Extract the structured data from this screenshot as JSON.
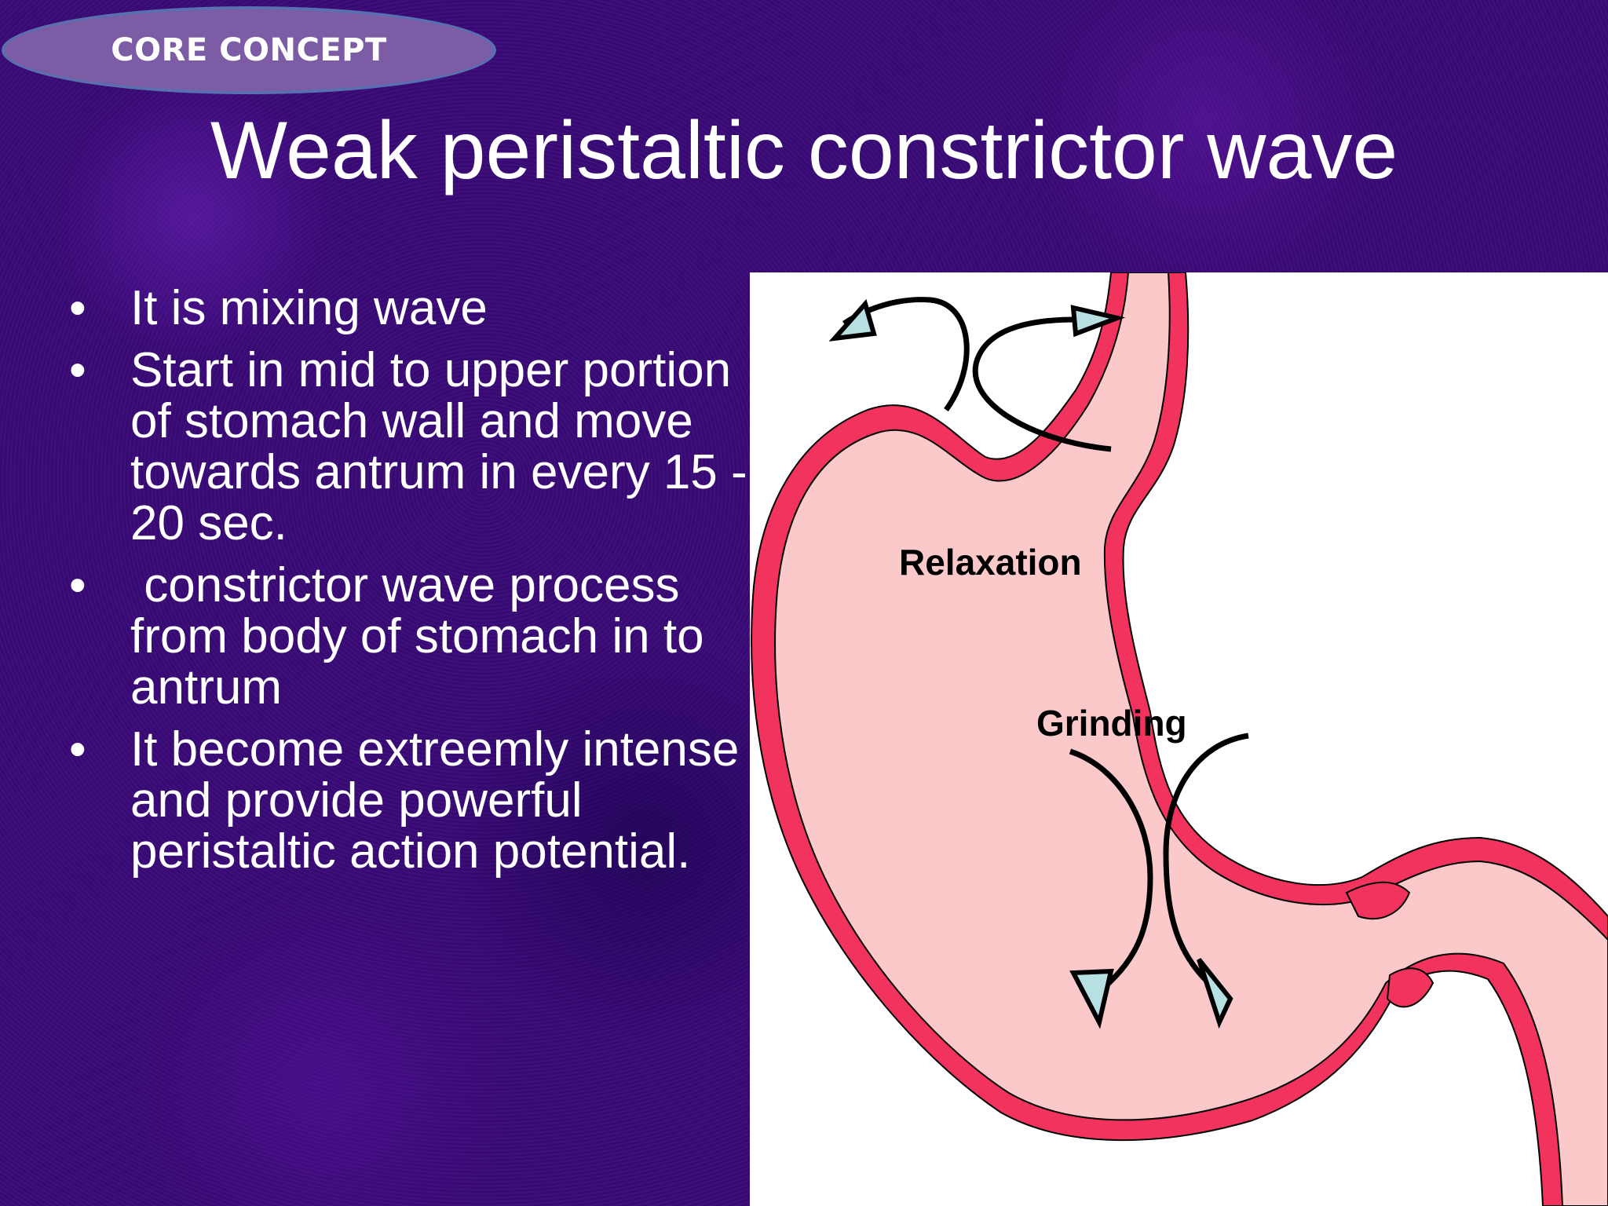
{
  "badge": {
    "text": "CORE CONCEPT"
  },
  "slide": {
    "title": "Weak peristaltic constrictor wave"
  },
  "bullets": [
    {
      "text": "It is mixing wave"
    },
    {
      "text": "Start in mid to upper portion of stomach wall and move towards antrum in every 15 - 20 sec."
    },
    {
      "text": " constrictor wave process from body of stomach in to antrum"
    },
    {
      "text": "It become extreemly intense and provide powerful peristaltic action potential."
    }
  ],
  "bullet_symbol": "•",
  "diagram": {
    "labels": {
      "relaxation": "Relaxation",
      "grinding": "Grinding"
    },
    "colors": {
      "wall": "#f2335e",
      "lumen": "#fbc9c9",
      "arrowhead": "#b7e0e2",
      "stroke": "#000000",
      "background": "#ffffff"
    }
  }
}
